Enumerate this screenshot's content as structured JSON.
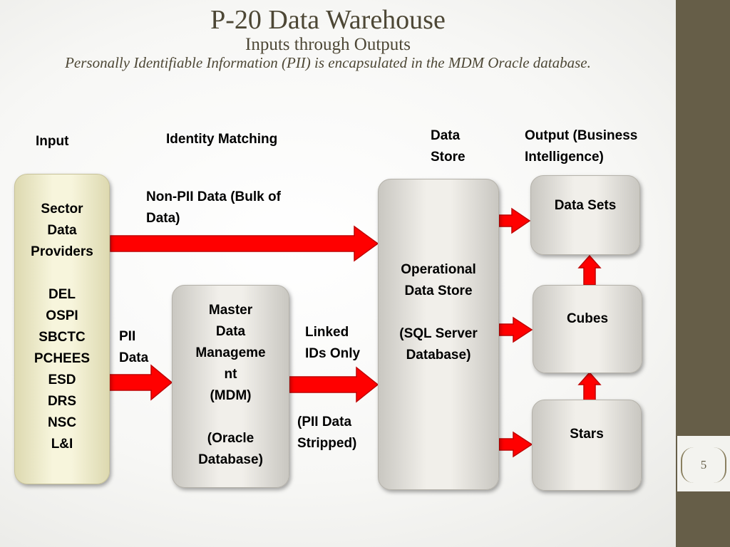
{
  "title": "P-20 Data Warehouse",
  "subtitle": "Inputs through Outputs",
  "note": "Personally Identifiable Information (PII) is encapsulated in the MDM Oracle database.",
  "headers": {
    "input": "Input",
    "identity": "Identity Matching",
    "store_l1": "Data",
    "store_l2": "Store",
    "output_l1": "Output (Business",
    "output_l2": "Intelligence)"
  },
  "input_box": {
    "lines": [
      "Sector",
      "Data",
      "Providers",
      "",
      "DEL",
      "OSPI",
      "SBCTC",
      "PCHEES",
      "ESD",
      "DRS",
      "NSC",
      "L&I"
    ]
  },
  "mdm_box": {
    "lines": [
      "Master",
      "Data",
      "Manageme",
      "nt",
      "(MDM)",
      "",
      "(Oracle",
      "Database)"
    ]
  },
  "ods_box": {
    "lines": [
      "Operational",
      "Data Store",
      "",
      "(SQL Server",
      "Database)"
    ]
  },
  "outputs": {
    "data_sets": "Data Sets",
    "cubes": "Cubes",
    "stars": "Stars"
  },
  "arrow_labels": {
    "nonpii_l1": "Non-PII Data (Bulk of",
    "nonpii_l2": "Data)",
    "pii_l1": "PII",
    "pii_l2": "Data",
    "linked_l1": "Linked",
    "linked_l2": "IDs Only",
    "stripped_l1": "(PII Data",
    "stripped_l2": "Stripped)"
  },
  "page_number": "5",
  "colors": {
    "arrow": "#ff0000",
    "arrow_stroke": "#c00000",
    "sidebar": "#665e48"
  }
}
